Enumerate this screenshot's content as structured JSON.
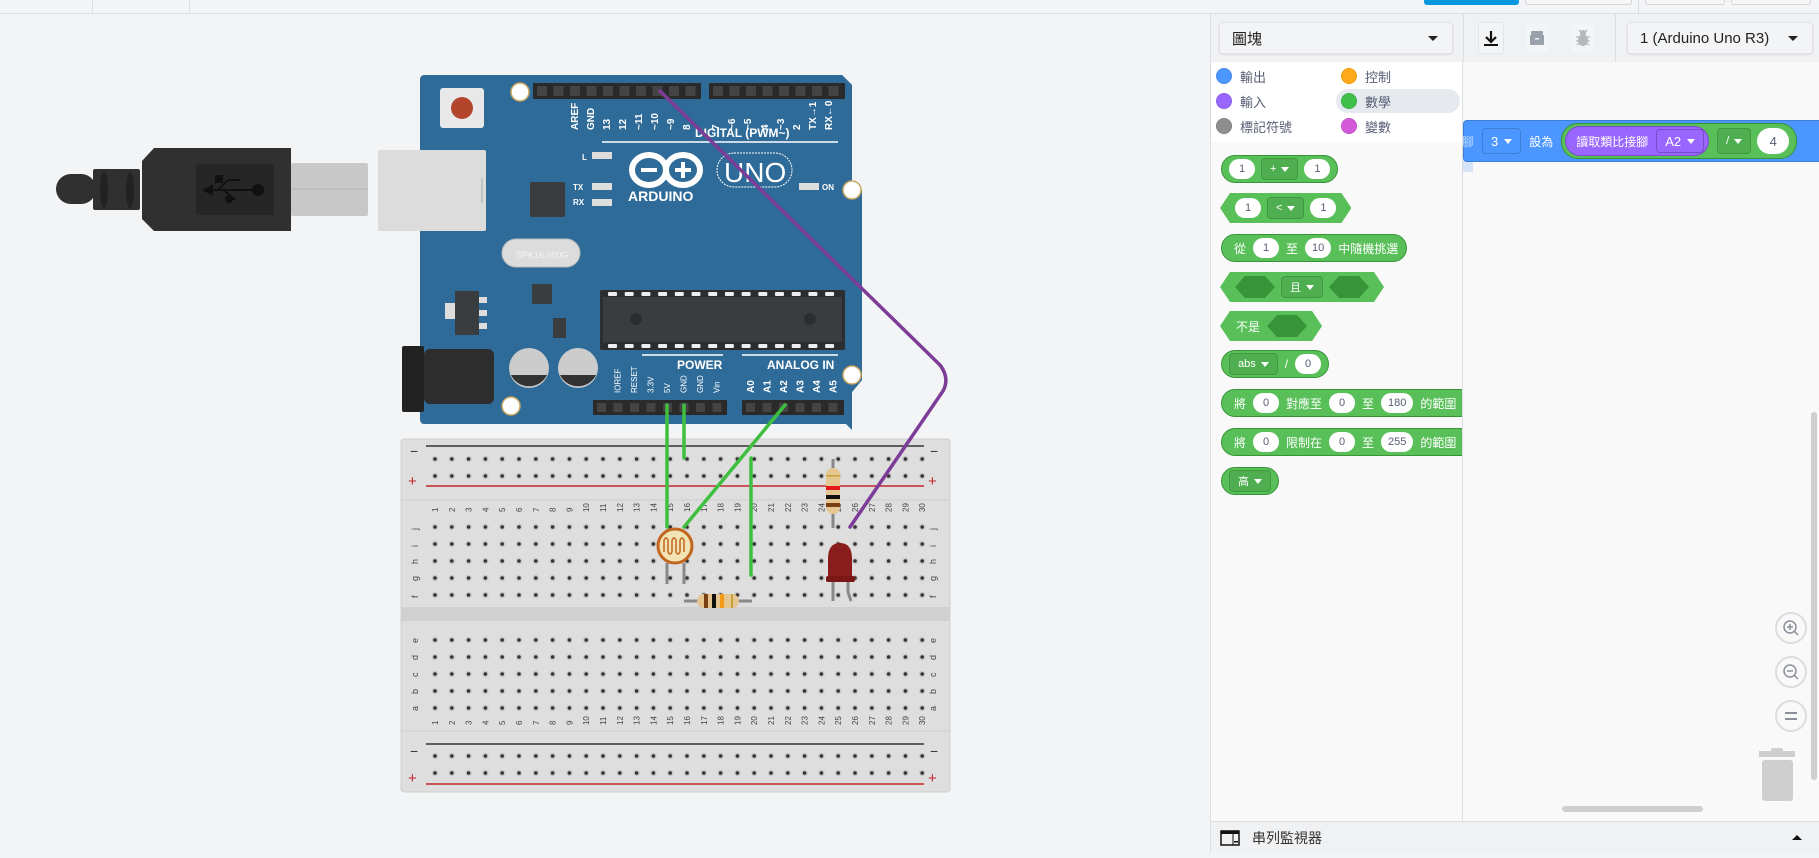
{
  "app": {
    "top_tabs": [
      "",
      "",
      ""
    ]
  },
  "code_panel": {
    "mode_dropdown": "圖塊",
    "device_dropdown": "1 (Arduino Uno R3)",
    "icons": {
      "download": "download-icon",
      "library": "library-box-icon",
      "debugger": "bug-icon"
    }
  },
  "categories": [
    {
      "label": "輸出",
      "color": "#4c97ff"
    },
    {
      "label": "控制",
      "color": "#ffab19"
    },
    {
      "label": "輸入",
      "color": "#9966ff"
    },
    {
      "label": "數學",
      "color": "#40bf4a",
      "selected": true
    },
    {
      "label": "標記符號",
      "color": "#8e8e8e"
    },
    {
      "label": "變數",
      "color": "#d35ad9"
    }
  ],
  "palette_blocks": {
    "arith": {
      "a": "1",
      "op": "+",
      "b": "1"
    },
    "compare": {
      "a": "1",
      "op": "<",
      "b": "1"
    },
    "random": {
      "from": "從",
      "a": "1",
      "to": "至",
      "b": "10",
      "suffix": "中隨機挑選"
    },
    "logic": {
      "op": "且"
    },
    "not": {
      "label": "不是"
    },
    "func": {
      "fn": "abs",
      "sep": "/",
      "val": "0"
    },
    "map": {
      "pre": "將",
      "a": "0",
      "mid": "對應至",
      "b": "0",
      "to": "至",
      "c": "180",
      "suffix": "的範圍"
    },
    "constrain": {
      "pre": "將",
      "a": "0",
      "mid": "限制在",
      "b": "0",
      "to": "至",
      "c": "255",
      "suffix": "的範圍"
    },
    "hilo": {
      "val": "高"
    }
  },
  "workspace_block": {
    "prefix": "將接腳",
    "pin": "3",
    "set_to": "設為",
    "read_label": "讀取類比接腳",
    "analog_pin": "A2",
    "op": "/",
    "divisor": "4"
  },
  "workspace_controls": {
    "zoom_in": "zoom-in-icon",
    "zoom_out": "zoom-out-icon",
    "reset": "reset-zoom-icon",
    "trash": "trash-icon"
  },
  "serial_monitor": {
    "label": "串列監視器"
  },
  "circuit": {
    "board": {
      "brand": "ARDUINO",
      "model": "UNO",
      "crystal": "SPK16.000G",
      "digital_label": "DIGITAL (PWM~)",
      "power_label": "POWER",
      "analog_label": "ANALOG IN",
      "led_labels": [
        "L",
        "TX",
        "RX",
        "ON"
      ],
      "digital_pins": [
        "AREF",
        "GND",
        "13",
        "12",
        "~11",
        "~10",
        "~9",
        "8",
        "7",
        "~6",
        "~5",
        "4",
        "~3",
        "2",
        "TX→1",
        "RX←0"
      ],
      "power_pins": [
        "IOREF",
        "RESET",
        "3.3V",
        "5V",
        "GND",
        "GND",
        "Vin"
      ],
      "analog_pins": [
        "A0",
        "A1",
        "A2",
        "A3",
        "A4",
        "A5"
      ]
    },
    "breadboard": {
      "columns": 30,
      "top_rows": [
        "j",
        "i",
        "h",
        "g",
        "f"
      ],
      "bottom_rows": [
        "e",
        "d",
        "c",
        "b",
        "a"
      ],
      "rail_minus": "−",
      "rail_plus": "+"
    },
    "wire_colors": {
      "green": "#3fbf3f",
      "purple": "#7d3c98"
    }
  }
}
